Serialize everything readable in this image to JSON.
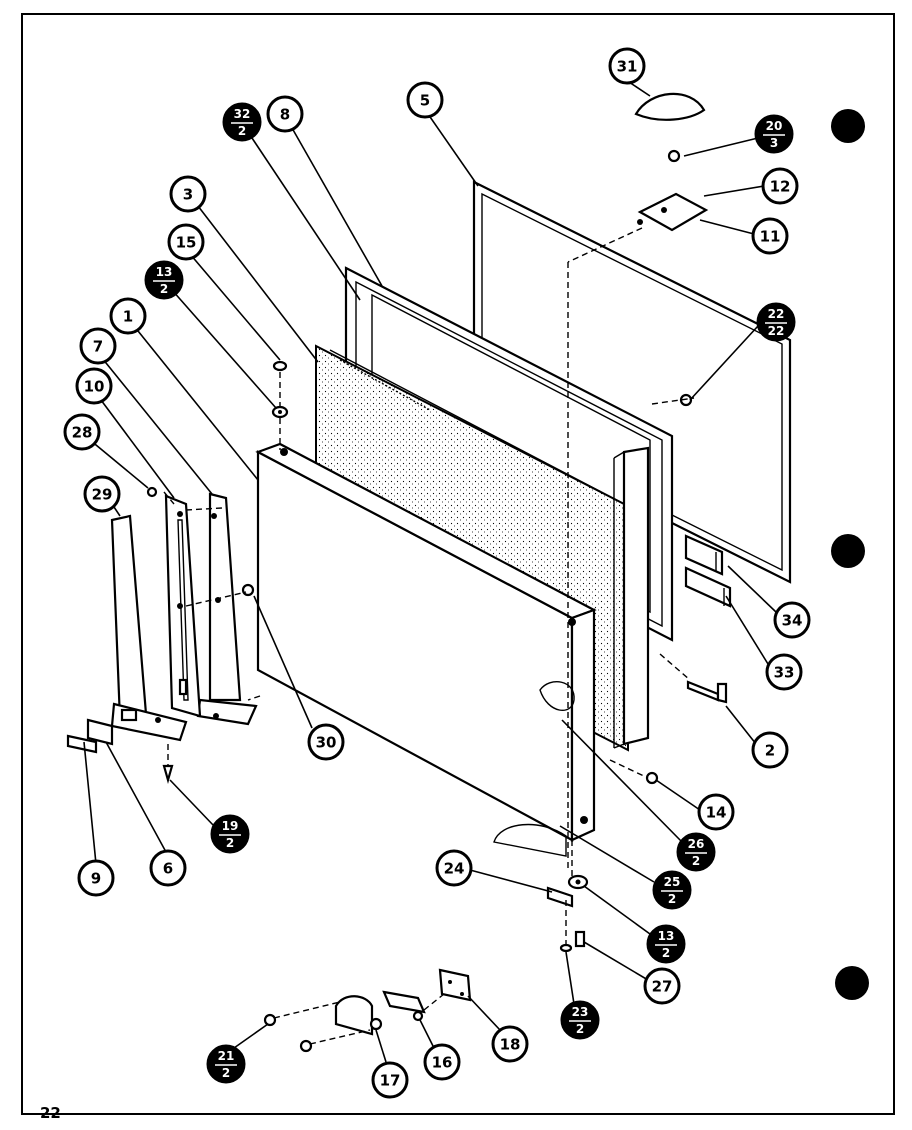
{
  "page_number": "22",
  "callouts": [
    {
      "id": "c31",
      "label": "31"
    },
    {
      "id": "c5",
      "label": "5"
    },
    {
      "id": "c8",
      "label": "8"
    },
    {
      "id": "c32_2",
      "label": "32",
      "sub": "2"
    },
    {
      "id": "c20_3",
      "label": "20",
      "sub": "3"
    },
    {
      "id": "c12",
      "label": "12"
    },
    {
      "id": "c11",
      "label": "11"
    },
    {
      "id": "c3",
      "label": "3"
    },
    {
      "id": "c15",
      "label": "15"
    },
    {
      "id": "c13_2a",
      "label": "13",
      "sub": "2"
    },
    {
      "id": "c1",
      "label": "1"
    },
    {
      "id": "c7",
      "label": "7"
    },
    {
      "id": "c10",
      "label": "10"
    },
    {
      "id": "c28",
      "label": "28"
    },
    {
      "id": "c29",
      "label": "29"
    },
    {
      "id": "c22_22",
      "label": "22",
      "sub": "22"
    },
    {
      "id": "c34",
      "label": "34"
    },
    {
      "id": "c33",
      "label": "33"
    },
    {
      "id": "c30",
      "label": "30"
    },
    {
      "id": "c2",
      "label": "2"
    },
    {
      "id": "c14",
      "label": "14"
    },
    {
      "id": "c26_2",
      "label": "26",
      "sub": "2"
    },
    {
      "id": "c25_2",
      "label": "25",
      "sub": "2"
    },
    {
      "id": "c19_2",
      "label": "19",
      "sub": "2"
    },
    {
      "id": "c9",
      "label": "9"
    },
    {
      "id": "c6",
      "label": "6"
    },
    {
      "id": "c24",
      "label": "24"
    },
    {
      "id": "c13_2b",
      "label": "13",
      "sub": "2"
    },
    {
      "id": "c27",
      "label": "27"
    },
    {
      "id": "c23_2",
      "label": "23",
      "sub": "2"
    },
    {
      "id": "c18",
      "label": "18"
    },
    {
      "id": "c16",
      "label": "16"
    },
    {
      "id": "c17",
      "label": "17"
    },
    {
      "id": "c21_2",
      "label": "21",
      "sub": "2"
    }
  ]
}
